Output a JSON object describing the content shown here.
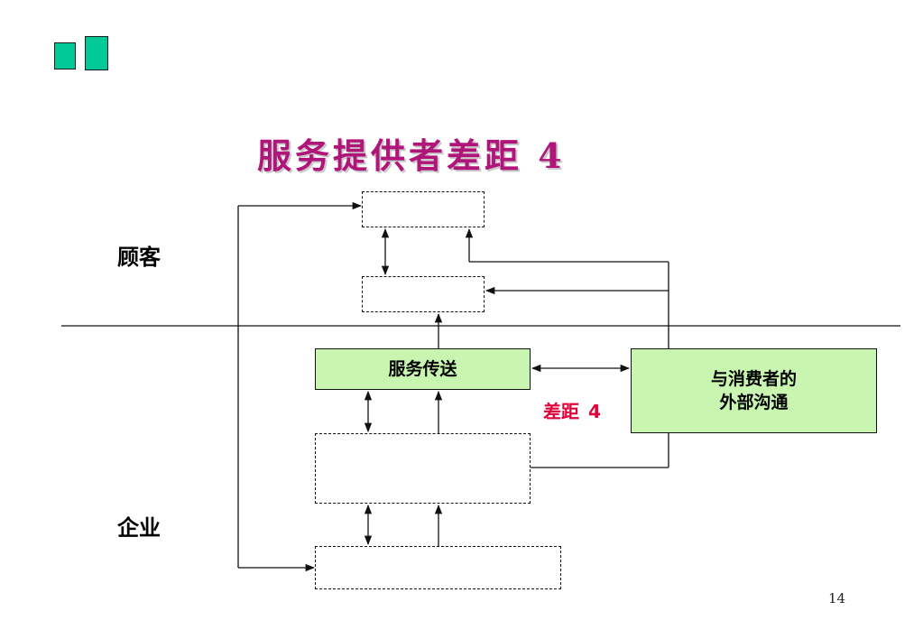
{
  "title": "服务提供者差距  4",
  "labels": {
    "customer": "顾客",
    "company": "企业"
  },
  "boxes": {
    "service_delivery": "服务传送",
    "external_comm_line1": "与消费者的",
    "external_comm_line2": "外部沟通"
  },
  "gap_label": {
    "text": "差距",
    "number": "4"
  },
  "page_number": "14",
  "colors": {
    "title": "#b0157a",
    "accent_square": "#00c896",
    "green_box": "#c8f5b0",
    "gap_label": "#e0003a"
  }
}
